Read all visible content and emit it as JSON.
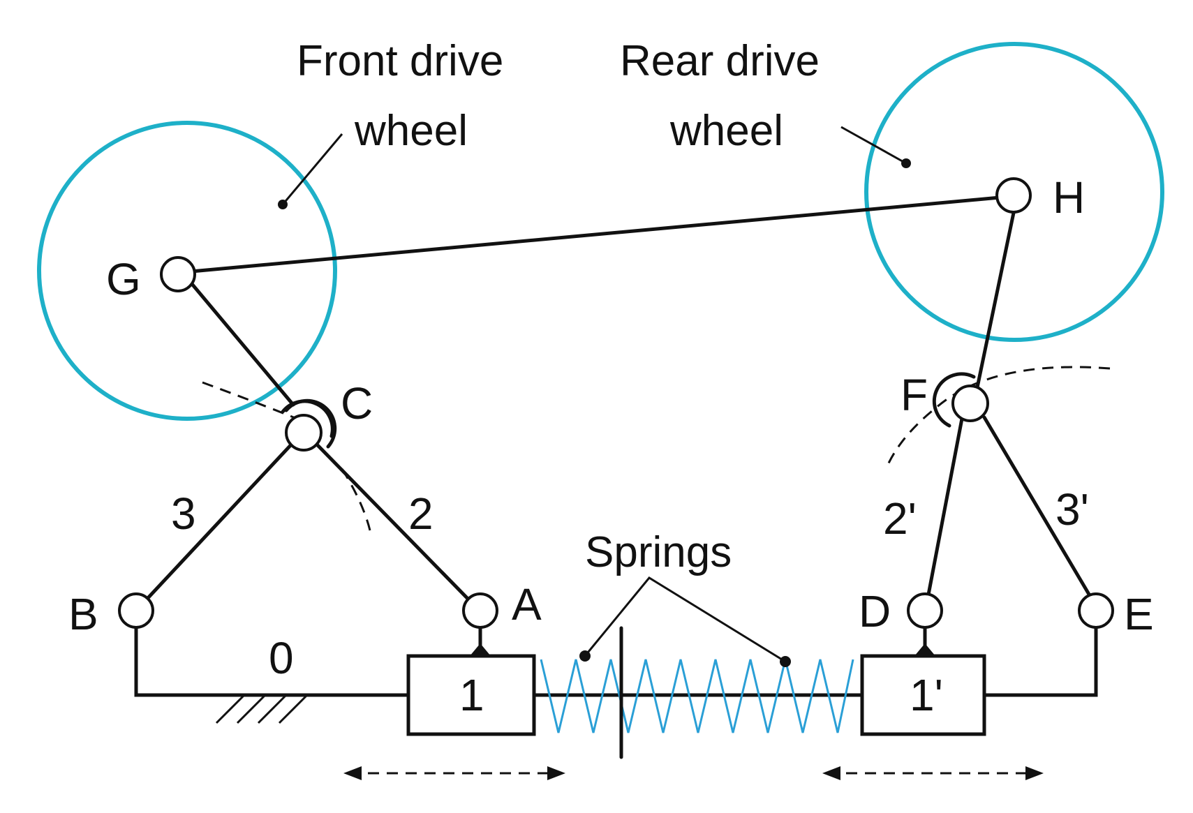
{
  "labels": {
    "front_wheel_line1": "Front drive",
    "front_wheel_line2": "wheel",
    "rear_wheel_line1": "Rear drive",
    "rear_wheel_line2": "wheel",
    "springs": "Springs",
    "joint_A": "A",
    "joint_B": "B",
    "joint_C": "C",
    "joint_D": "D",
    "joint_E": "E",
    "joint_F": "F",
    "joint_G": "G",
    "joint_H": "H",
    "link_0": "0",
    "link_2": "2",
    "link_3": "3",
    "link_2p": "2'",
    "link_3p": "3'",
    "slider_1": "1",
    "slider_1p": "1'"
  },
  "colors": {
    "wheel": "#1eb0c8",
    "spring": "#2a9fd6",
    "line": "#111111"
  }
}
